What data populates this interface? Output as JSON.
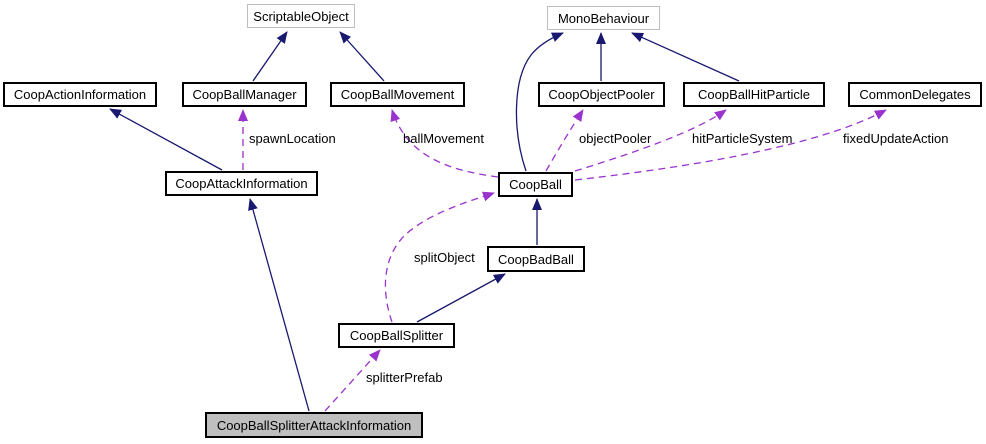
{
  "diagram": {
    "kind": "class-collaboration-diagram",
    "colors": {
      "background": "#ffffff",
      "inheritance_edge": "#191970",
      "usage_edge": "#9a32cd",
      "node_border": "#000000",
      "external_node_border": "#bebebe",
      "selected_node_fill": "#bfbfbf",
      "text": "#000000"
    },
    "nodes": [
      {
        "label": "ScriptableObject",
        "kind": "external"
      },
      {
        "label": "MonoBehaviour",
        "kind": "external"
      },
      {
        "label": "CoopActionInformation",
        "kind": "class"
      },
      {
        "label": "CoopBallManager",
        "kind": "class"
      },
      {
        "label": "CoopBallMovement",
        "kind": "class"
      },
      {
        "label": "CoopObjectPooler",
        "kind": "class"
      },
      {
        "label": "CoopBallHitParticle",
        "kind": "class"
      },
      {
        "label": "CommonDelegates",
        "kind": "class"
      },
      {
        "label": "CoopAttackInformation",
        "kind": "class"
      },
      {
        "label": "CoopBall",
        "kind": "class"
      },
      {
        "label": "CoopBadBall",
        "kind": "class"
      },
      {
        "label": "CoopBallSplitter",
        "kind": "class"
      },
      {
        "label": "CoopBallSplitterAttackInformation",
        "kind": "selected"
      }
    ],
    "edges": [
      {
        "from": "CoopBallManager",
        "to": "ScriptableObject",
        "type": "inheritance",
        "label": ""
      },
      {
        "from": "CoopBallMovement",
        "to": "ScriptableObject",
        "type": "inheritance",
        "label": ""
      },
      {
        "from": "CoopAttackInformation",
        "to": "CoopActionInformation",
        "type": "inheritance",
        "label": ""
      },
      {
        "from": "CoopBall",
        "to": "MonoBehaviour",
        "type": "inheritance",
        "label": ""
      },
      {
        "from": "CoopObjectPooler",
        "to": "MonoBehaviour",
        "type": "inheritance",
        "label": ""
      },
      {
        "from": "CoopBallHitParticle",
        "to": "MonoBehaviour",
        "type": "inheritance",
        "label": ""
      },
      {
        "from": "CoopBadBall",
        "to": "CoopBall",
        "type": "inheritance",
        "label": ""
      },
      {
        "from": "CoopBallSplitter",
        "to": "CoopBadBall",
        "type": "inheritance",
        "label": ""
      },
      {
        "from": "CoopBallSplitterAttackInformation",
        "to": "CoopAttackInformation",
        "type": "inheritance",
        "label": ""
      },
      {
        "from": "CoopAttackInformation",
        "to": "CoopBallManager",
        "type": "usage",
        "label": "spawnLocation"
      },
      {
        "from": "CoopBall",
        "to": "CoopBallMovement",
        "type": "usage",
        "label": "ballMovement"
      },
      {
        "from": "CoopBall",
        "to": "CoopObjectPooler",
        "type": "usage",
        "label": "objectPooler"
      },
      {
        "from": "CoopBall",
        "to": "CoopBallHitParticle",
        "type": "usage",
        "label": "hitParticleSystem"
      },
      {
        "from": "CoopBall",
        "to": "CommonDelegates",
        "type": "usage",
        "label": "fixedUpdateAction"
      },
      {
        "from": "CoopBallSplitter",
        "to": "CoopBall",
        "type": "usage",
        "label": "splitObject"
      },
      {
        "from": "CoopBallSplitterAttackInformation",
        "to": "CoopBallSplitter",
        "type": "usage",
        "label": "splitterPrefab"
      }
    ]
  }
}
